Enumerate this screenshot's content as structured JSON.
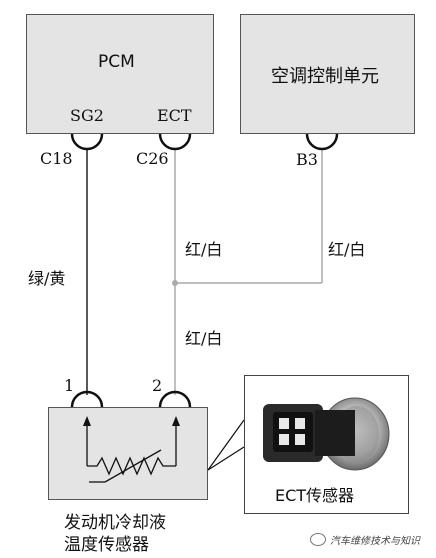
{
  "pcm": {
    "title": "PCM",
    "pin_sg2": "SG2",
    "pin_ect": "ECT",
    "conn_c18": "C18",
    "conn_c26": "C26"
  },
  "ac_unit": {
    "title": "空调控制单元",
    "conn_b3": "B3"
  },
  "wires": {
    "sg2_color": "绿/黄",
    "ect_upper_color": "红/白",
    "ac_color": "红/白",
    "ect_lower_color": "红/白"
  },
  "sensor": {
    "pin1": "1",
    "pin2": "2",
    "label_line1": "发动机冷却液",
    "label_line2": "温度传感器"
  },
  "photo": {
    "caption": "ECT传感器"
  },
  "watermark": {
    "text": "汽车维修技术与知识"
  },
  "colors": {
    "box_fill": "#e4e4e4",
    "ect_wire": "#aaaaaa",
    "sg2_wire": "#222222"
  }
}
